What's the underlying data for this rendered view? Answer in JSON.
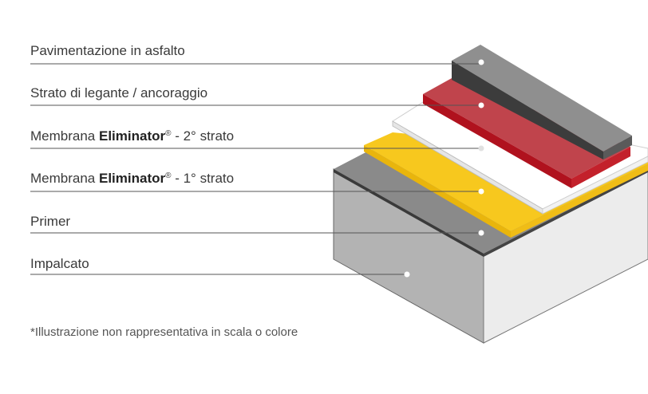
{
  "labels": {
    "asphalt": "Pavimentazione in asfalto",
    "binder": "Strato di legante / ancoraggio",
    "membrane2": {
      "prefix": "Membrana ",
      "brand": "Eliminator",
      "mark": "®",
      "suffix": " - 2° strato"
    },
    "membrane1": {
      "prefix": "Membrana ",
      "brand": "Eliminator",
      "mark": "®",
      "suffix": " - 1° strato"
    },
    "primer": "Primer",
    "deck": "Impalcato"
  },
  "note": "*Illustrazione non rappresentativa in scala o colore",
  "colors": {
    "asphalt": "#8f8f8f",
    "binder": "#c0444c",
    "membrane2": "#ffffff",
    "membrane1": "#f7c81e",
    "primer": "#8a8a8a",
    "deck": "#b3b3b3"
  }
}
